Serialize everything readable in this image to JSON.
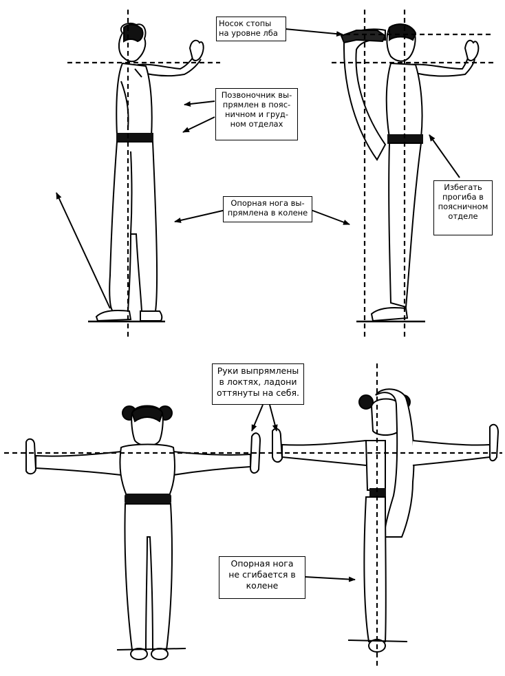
{
  "callouts": {
    "toe_level": [
      "Носок   стопы",
      "на уровне лба"
    ],
    "spine": [
      "Позвоночник вы-",
      "прямлен в пояс-",
      "ничном и груд-",
      "ном отделах"
    ],
    "support_leg_top": [
      "Опорная нога вы-",
      "прямлена в колене"
    ],
    "avoid_arch": [
      "Избегать",
      "прогиба в",
      "поясничном",
      "отделе"
    ],
    "arms": [
      "Руки выпрямлены",
      "в локтях, ладони",
      "оттянуты на себя."
    ],
    "support_leg_bottom": [
      "Опорная нога",
      "не сгибается в",
      "колене"
    ]
  },
  "figures": {
    "top_left": "standing-side-view",
    "top_right": "leg-raised-front-side-view",
    "bottom_left": "standing-front-arms-spread",
    "bottom_right": "leg-raised-front-arms-spread"
  },
  "colors": {
    "ink": "#000000",
    "paper": "#ffffff"
  }
}
